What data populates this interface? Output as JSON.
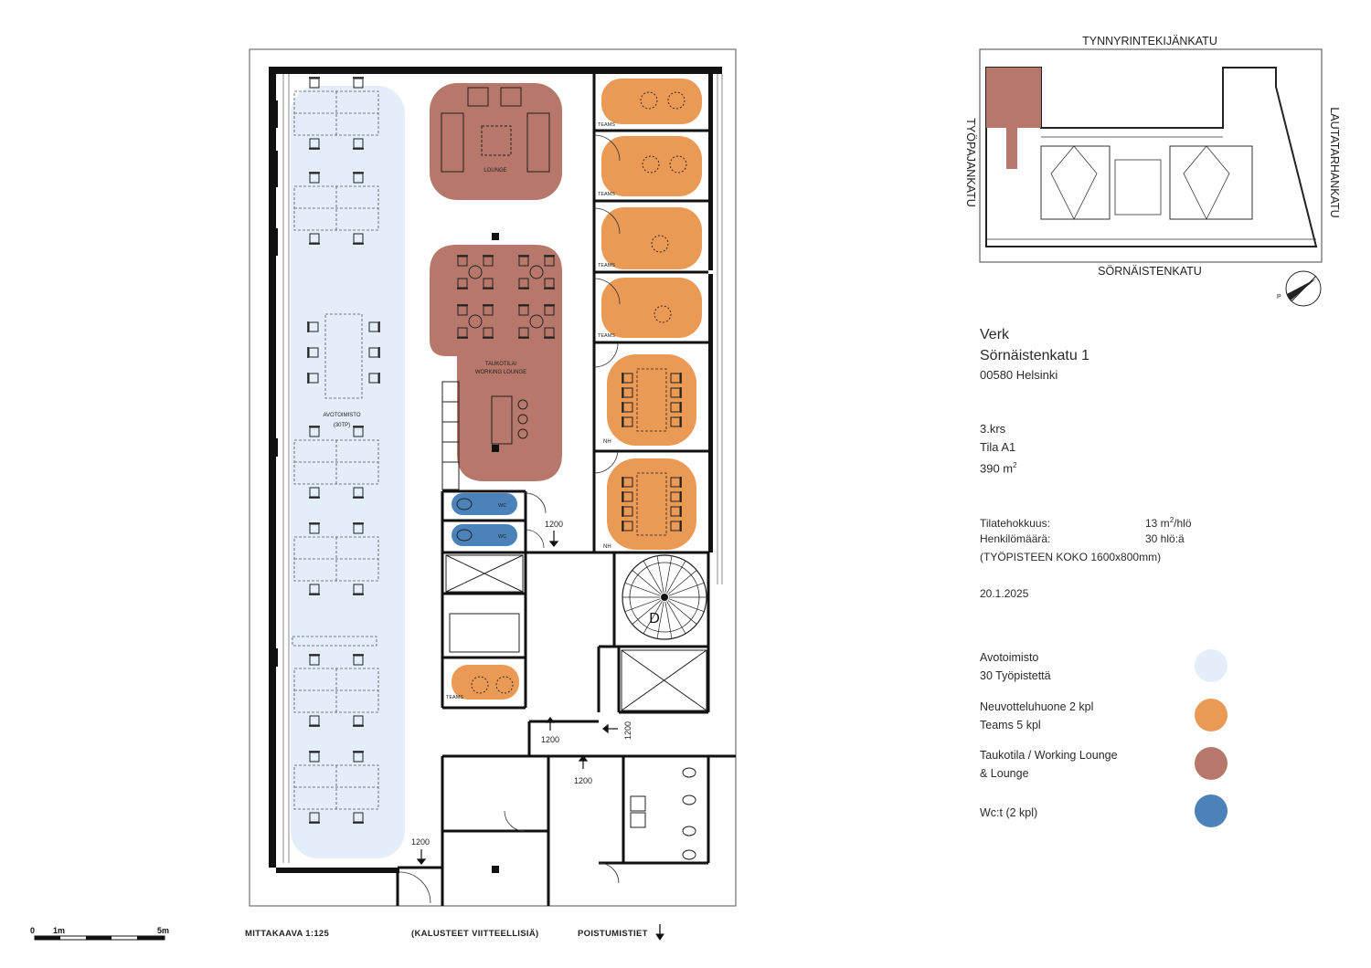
{
  "project": {
    "name": "Verk",
    "street": "Sörnäistenkatu 1",
    "postal": "00580 Helsinki",
    "floor": "3.krs",
    "space": "Tila A1",
    "area_value": "390 m",
    "area_sup": "2",
    "date": "20.1.2025"
  },
  "stats": {
    "efficiency_label": "Tilatehokkuus:",
    "efficiency_value": "13 m",
    "efficiency_sup": "2",
    "efficiency_unit": "/hlö",
    "persons_label": "Henkilömäärä:",
    "persons_value": "30 hlö:ä",
    "desk_size_note": "(TYÖPISTEEN KOKO 1600x800mm)"
  },
  "legend": [
    {
      "line1": "Avotoimisto",
      "line2": "30 Työpistettä",
      "color": "#e3eefa"
    },
    {
      "line1": "Neuvotteluhuone 2 kpl",
      "line2": "Teams 5 kpl",
      "color": "#ea9a55"
    },
    {
      "line1": "Taukotila / Working Lounge",
      "line2": "& Lounge",
      "color": "#b7786b"
    },
    {
      "line1": "Wc:t (2 kpl)",
      "line2": "",
      "color": "#4b82ba"
    }
  ],
  "key_plan": {
    "street_top": "TYNNYRINTEKIJÄNKATU",
    "street_left": "TYÖPAJANKATU",
    "street_right": "LAUTATARHANKATU",
    "street_bottom": "SÖRNÄISTENKATU",
    "north_label": "P"
  },
  "floor_plan": {
    "open_office_label": "AVOTOIMISTO",
    "open_office_sub": "(30TP)",
    "lounge_label": "LOUNGE",
    "working_lounge_label_1": "TAUKOTILA/",
    "working_lounge_label_2": "WORKING LOUNGE",
    "teams_label": "TEAMS",
    "meeting_label": "NH",
    "wc_label": "WC",
    "stair_label": "D",
    "exit_width": "1200"
  },
  "footer": {
    "scale_0": "0",
    "scale_1": "1m",
    "scale_5": "5m",
    "scale_text": "MITTAKAAVA 1:125",
    "furniture_note": "(KALUSTEET VIITTEELLISIÄ)",
    "exits": "POISTUMISTIET"
  }
}
